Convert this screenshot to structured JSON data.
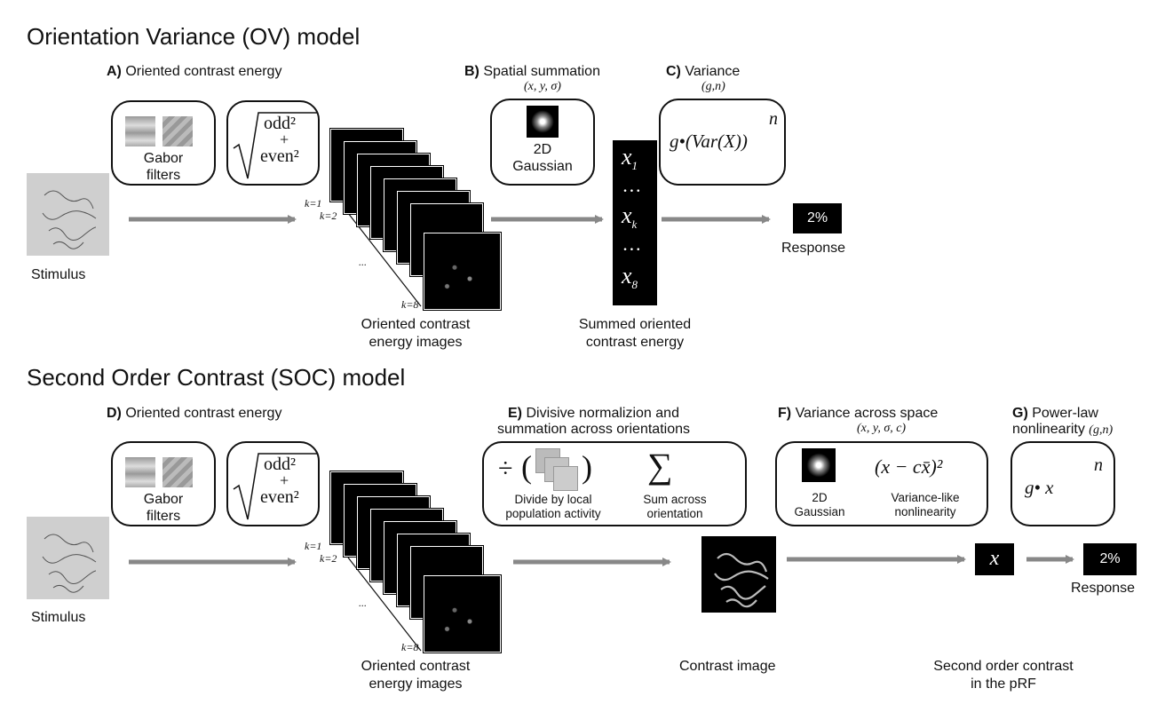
{
  "ov": {
    "title": "Orientation Variance (OV) model",
    "stepA": {
      "letter": "A)",
      "text": "Oriented contrast energy"
    },
    "stepB": {
      "letter": "B)",
      "text": "Spatial summation",
      "params": "(x, y, σ)"
    },
    "stepC": {
      "letter": "C)",
      "text": "Variance",
      "params": "(g,n)"
    },
    "gabor_l1": "Gabor",
    "gabor_l2": "filters",
    "energy_num": "odd²",
    "energy_plus": "+",
    "energy_den": "even²",
    "gauss_l1": "2D",
    "gauss_l2": "Gaussian",
    "var_formula": "g•(Var(X))",
    "var_exp": "n",
    "stimulus_label": "Stimulus",
    "k1": "k=1",
    "k2": "k=2",
    "kdots": "...",
    "k8": "k=8",
    "images_caption_l1": "Oriented contrast",
    "images_caption_l2": "energy images",
    "vector": [
      "x",
      "1",
      "…",
      "x",
      "k",
      "…",
      "x",
      "8"
    ],
    "summed_caption_l1": "Summed oriented",
    "summed_caption_l2": "contrast energy",
    "response_value": "2%",
    "response_label": "Response"
  },
  "soc": {
    "title": "Second Order Contrast (SOC) model",
    "stepD": {
      "letter": "D)",
      "text": "Oriented contrast energy"
    },
    "stepE": {
      "letter": "E)",
      "text_l1": "Divisive normalizion and",
      "text_l2": "summation across orientations"
    },
    "stepF": {
      "letter": "F)",
      "text": "Variance across space",
      "params": "(x, y, σ, c)"
    },
    "stepG": {
      "letter": "G)",
      "text_l1": "Power-law",
      "text_l2": "nonlinearity",
      "params": "(g,n)"
    },
    "gabor_l1": "Gabor",
    "gabor_l2": "filters",
    "energy_num": "odd²",
    "energy_plus": "+",
    "energy_den": "even²",
    "divide_symbol": "÷",
    "divide_l1": "Divide by local",
    "divide_l2": "population activity",
    "sum_symbol": "∑",
    "sum_l1": "Sum across",
    "sum_l2": "orientation",
    "gauss_l1": "2D",
    "gauss_l2": "Gaussian",
    "var_formula": "(x − cx̄)²",
    "var_l1": "Variance-like",
    "var_l2": "nonlinearity",
    "power_formula": "g• x",
    "power_exp": "n",
    "stimulus_label": "Stimulus",
    "k1": "k=1",
    "k2": "k=2",
    "kdots": "...",
    "k8": "k=8",
    "images_caption_l1": "Oriented contrast",
    "images_caption_l2": "energy images",
    "contrast_caption": "Contrast image",
    "x_symbol": "x",
    "response_value": "2%",
    "response_label": "Response",
    "soc_caption_l1": "Second order contrast",
    "soc_caption_l2": "in the pRF"
  }
}
